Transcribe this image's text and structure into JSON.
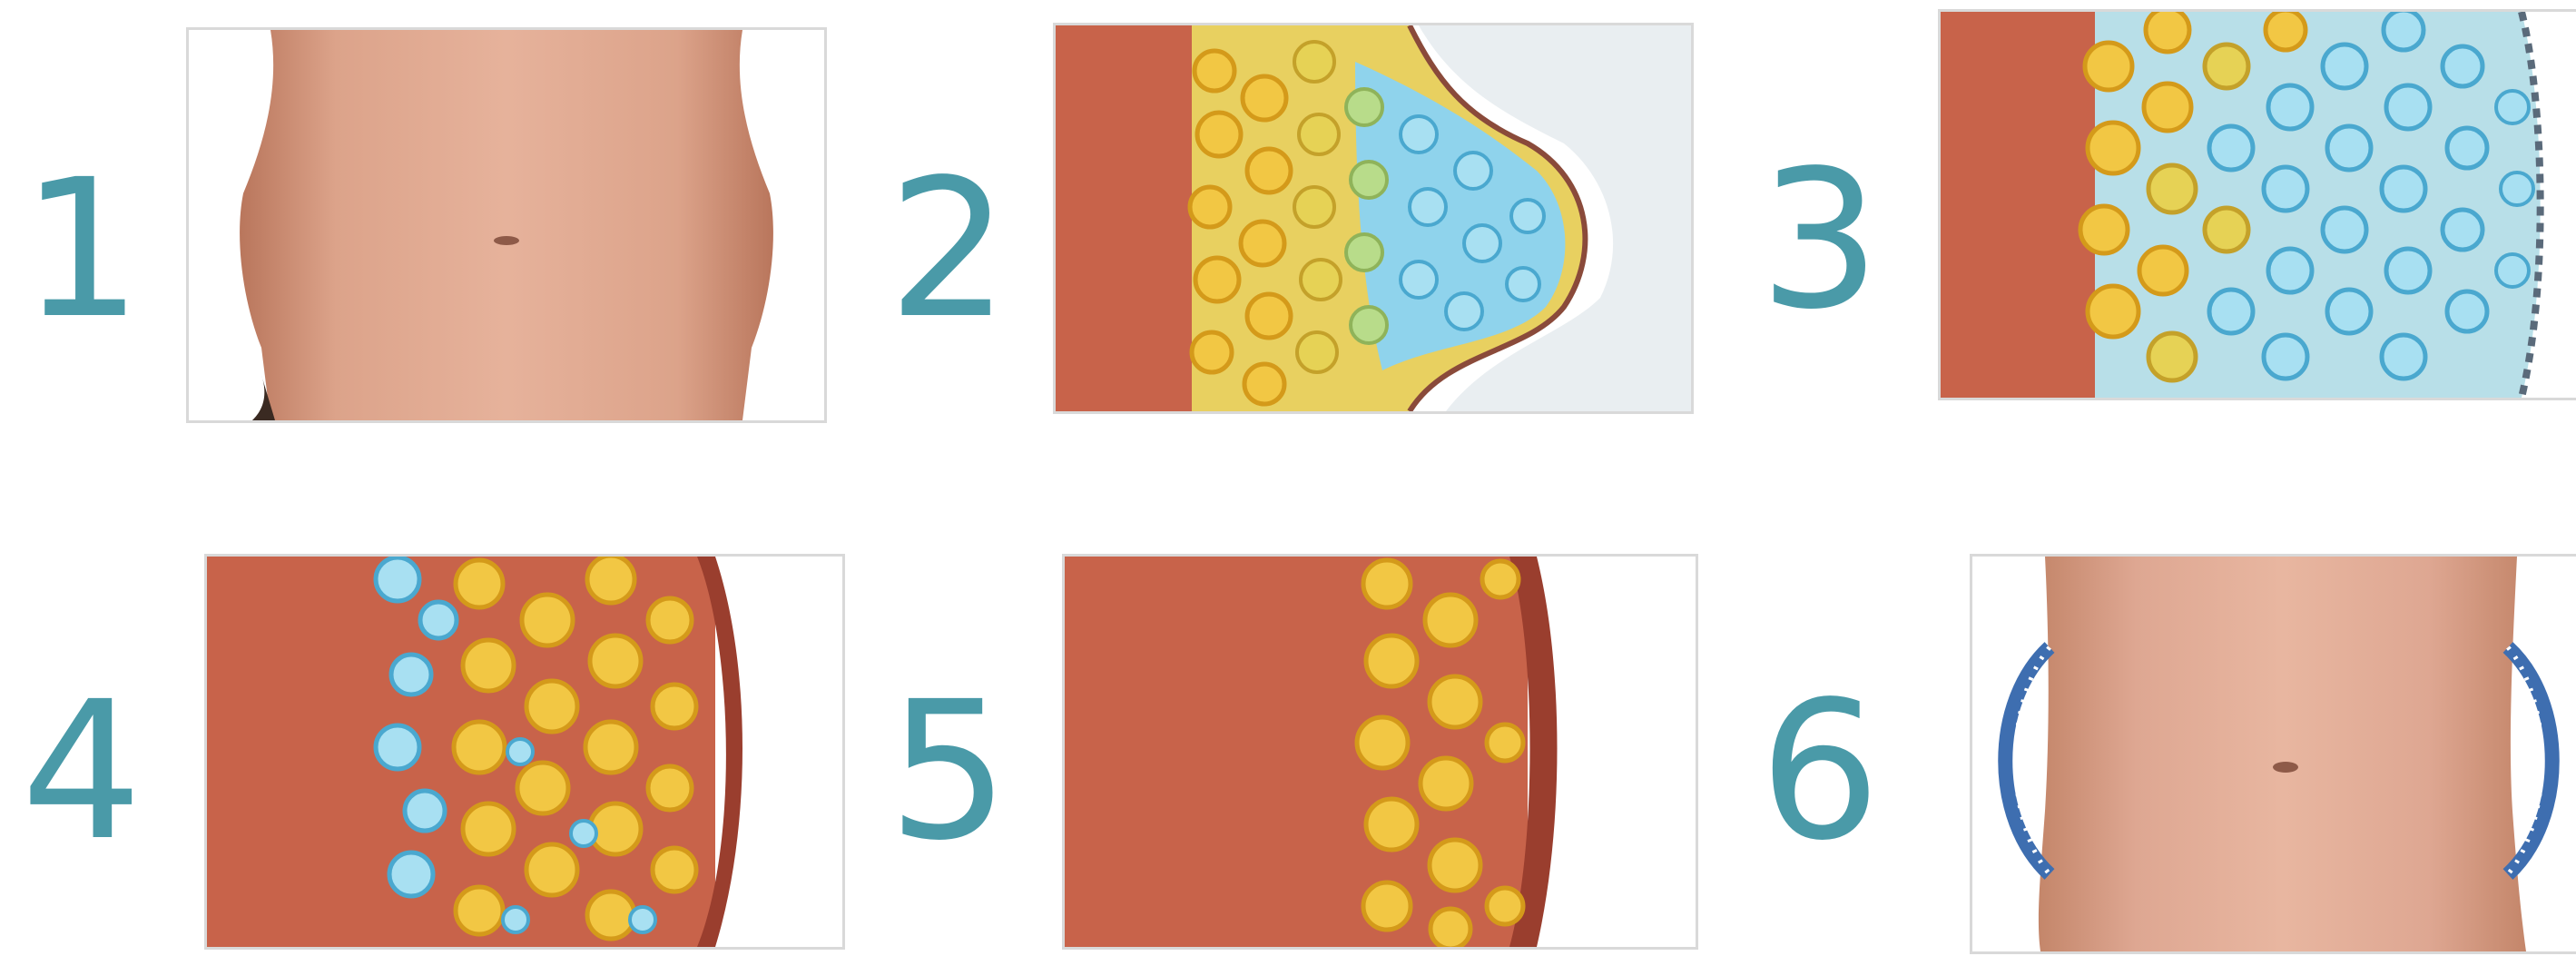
{
  "steps": [
    {
      "number": "1",
      "panel": "abdomen-before"
    },
    {
      "number": "2",
      "panel": "skin-fat-cross-section-applicator"
    },
    {
      "number": "3",
      "panel": "fat-cells-cooled"
    },
    {
      "number": "4",
      "panel": "fat-cells-crystallized"
    },
    {
      "number": "5",
      "panel": "fat-layer-reduced"
    },
    {
      "number": "6",
      "panel": "abdomen-after"
    }
  ],
  "colors": {
    "number": "#4a9aa8",
    "skin": "#e0a88f",
    "skin_shadow": "#c48468",
    "muscle": "#c8634a",
    "fat_yellow": "#f2c744",
    "fat_outline": "#d49a1a",
    "cold_blue": "#8fd3ec",
    "cold_outline": "#4aa8cf",
    "applicator": "#e9eef1"
  }
}
